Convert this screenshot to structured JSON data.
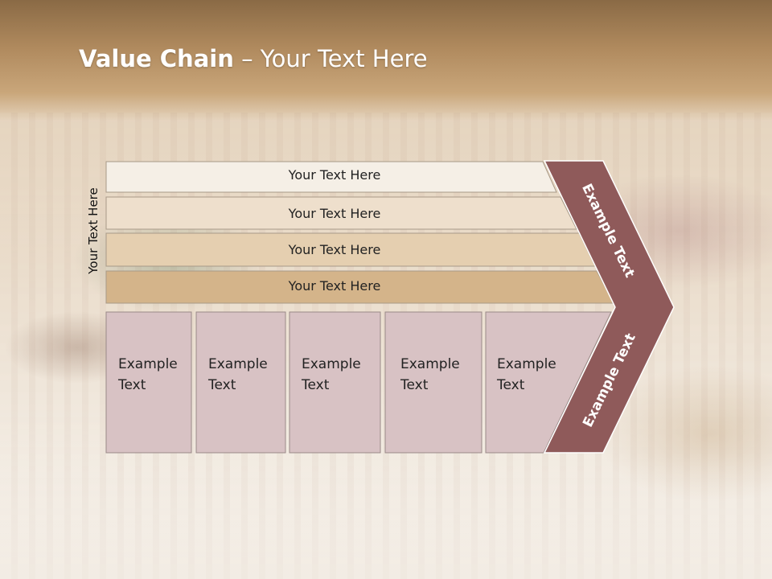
{
  "slide": {
    "title_bold": "Value Chain",
    "title_rest": " – Your Text Here",
    "side_label": "Your Text Here"
  },
  "bars": [
    {
      "label": "Your Text Here",
      "fill": "#f5efe6"
    },
    {
      "label": "Your Text Here",
      "fill": "#eedfcc"
    },
    {
      "label": "Your Text Here",
      "fill": "#e5cfb0"
    },
    {
      "label": "Your Text Here",
      "fill": "#d4b48a"
    }
  ],
  "columns": [
    {
      "line1": "Example",
      "line2": "Text"
    },
    {
      "line1": "Example",
      "line2": "Text"
    },
    {
      "line1": "Example",
      "line2": "Text"
    },
    {
      "line1": "Example",
      "line2": "Text"
    },
    {
      "line1": "Example",
      "line2": "Text"
    }
  ],
  "chevron": {
    "upper_label": "Example Text",
    "lower_label": "Example Text",
    "color": "#8f5a5a"
  },
  "colors": {
    "column_fill": "#d8c2c4",
    "column_stroke": "#9a8a88"
  }
}
